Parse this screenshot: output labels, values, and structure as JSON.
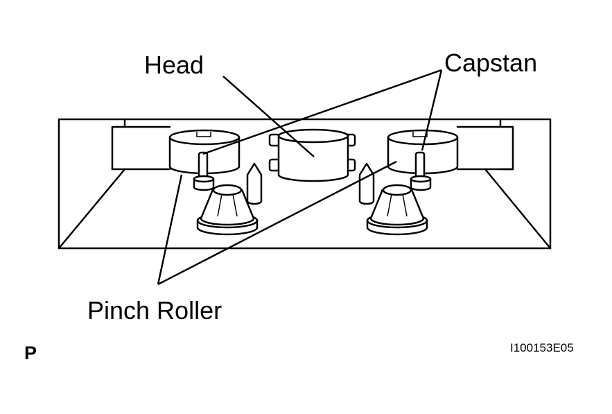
{
  "labels": {
    "head": "Head",
    "capstan": "Capstan",
    "pinch_roller": "Pinch Roller",
    "view_marker": "P",
    "figure_code": "I100153E05"
  },
  "colors": {
    "line": "#000000",
    "background": "#ffffff"
  }
}
